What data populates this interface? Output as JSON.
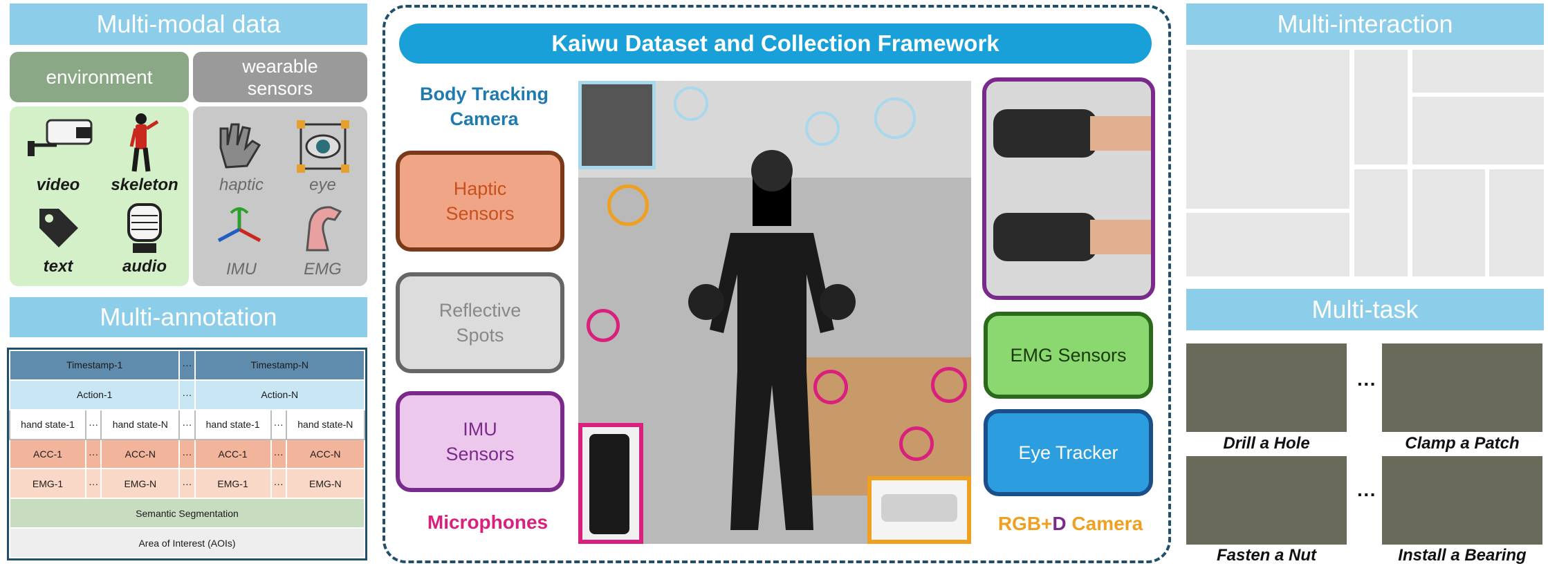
{
  "left": {
    "modal_title": "Multi-modal data",
    "env_label": "environment",
    "wear_label": "wearable sensors",
    "env_items": [
      "video",
      "skeleton",
      "text",
      "audio"
    ],
    "wear_items": [
      "haptic",
      "eye",
      "IMU",
      "EMG"
    ],
    "annot_title": "Multi-annotation",
    "table": {
      "ts1": "Timestamp-1",
      "tsn": "Timestamp-N",
      "act1": "Action-1",
      "actn": "Action-N",
      "hs1": "hand state-1",
      "hsn": "hand state-N",
      "acc1": "ACC-1",
      "accn": "ACC-N",
      "emg1": "EMG-1",
      "emgn": "EMG-N",
      "dots": "···",
      "semantic": "Semantic Segmentation",
      "aoi": "Area of Interest (AOIs)"
    }
  },
  "center": {
    "title": "Kaiwu Dataset and Collection Framework",
    "body_tracking": "Body Tracking Camera",
    "haptic": "Haptic Sensors",
    "reflective": "Reflective Spots",
    "imu": "IMU Sensors",
    "microphones": "Microphones",
    "emg": "EMG Sensors",
    "eye": "Eye Tracker",
    "rgbd_rgb": "RGB+",
    "rgbd_d": "D",
    "rgbd_camera": " Camera"
  },
  "right": {
    "interaction_title": "Multi-interaction",
    "task_title": "Multi-task",
    "tasks": [
      "Drill a Hole",
      "Clamp a Patch",
      "Fasten a Nut",
      "Install a Bearing"
    ],
    "dots": "···"
  },
  "colors": {
    "bar": "#8ccde9",
    "env_header": "#8aa886",
    "env_panel": "#d4f0c8",
    "wear_header": "#9a9a9a",
    "wear_panel": "#c8c8c8",
    "title_bar": "#1aa0d8",
    "haptic": "#f0a686",
    "reflective": "#dcdcdc",
    "imu": "#ecc8ec",
    "emg": "#8cd870",
    "eye": "#2c9ee0",
    "microphones": "#d8207c",
    "rgbd": "#f0a020",
    "d_purple": "#7a2a8a"
  }
}
